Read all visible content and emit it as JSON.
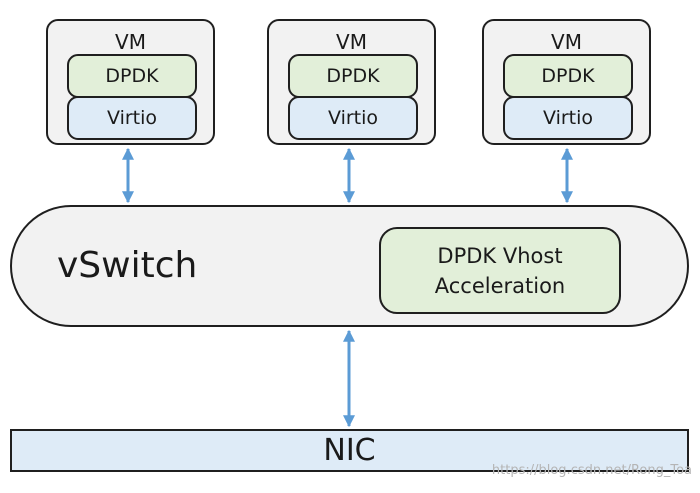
{
  "vms": [
    {
      "label": "VM",
      "app": "DPDK",
      "driver": "Virtio"
    },
    {
      "label": "VM",
      "app": "DPDK",
      "driver": "Virtio"
    },
    {
      "label": "VM",
      "app": "DPDK",
      "driver": "Virtio"
    }
  ],
  "vswitch": {
    "label": "vSwitch",
    "accel_line1": "DPDK Vhost",
    "accel_line2": "Acceleration"
  },
  "nic": {
    "label": "NIC"
  },
  "watermark": "https://blog.csdn.net/Rong_Toa",
  "colors": {
    "outline": "#1f1f1f",
    "box_fill": "#f2f2f2",
    "green_fill": "#e2efd9",
    "blue_fill": "#deebf7",
    "arrow": "#5b9bd5"
  }
}
